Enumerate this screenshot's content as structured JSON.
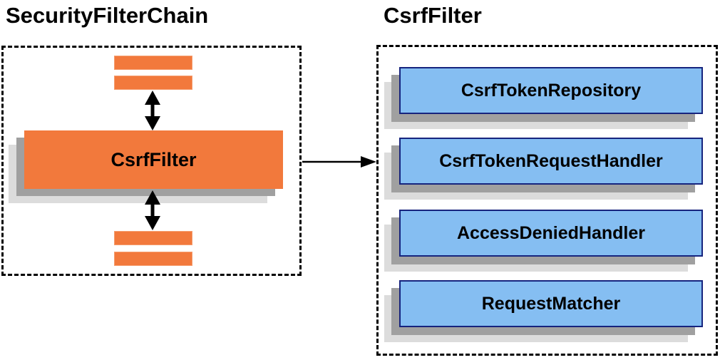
{
  "titles": {
    "left": "SecurityFilterChain",
    "right": "CsrfFilter"
  },
  "security_filter_chain": {
    "filter_label": "CsrfFilter"
  },
  "csrf_filter_components": [
    {
      "label": "CsrfTokenRepository"
    },
    {
      "label": "CsrfTokenRequestHandler"
    },
    {
      "label": "AccessDeniedHandler"
    },
    {
      "label": "RequestMatcher"
    }
  ],
  "icons": {
    "bidirectional_arrow": "↕",
    "right_arrow": "→"
  },
  "colors": {
    "orange": "#F2793C",
    "orange_border": "#F59E70",
    "blue_fill": "#85BEF2",
    "blue_border": "#16247E",
    "shadow_dark": "#A0A0A0",
    "shadow_light": "#DCDCDC",
    "ink": "#000000"
  }
}
